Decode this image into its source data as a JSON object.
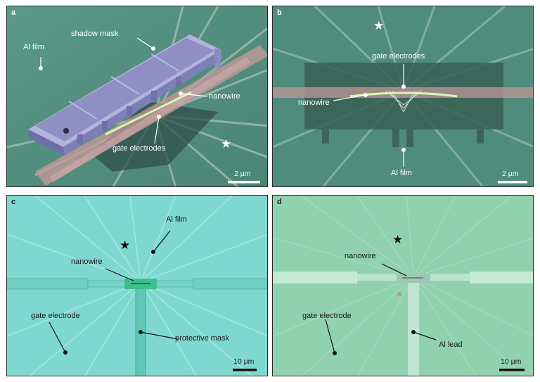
{
  "panels": {
    "a": {
      "label": "a",
      "annotations": {
        "al_film": "Al film",
        "shadow_mask": "shadow mask",
        "nanowire": "nanowire",
        "gate_electrodes": "gate electrodes"
      },
      "scale_bar": "2 µm"
    },
    "b": {
      "label": "b",
      "annotations": {
        "gate_electrodes": "gate electrodes",
        "nanowire": "nanowire",
        "al_film": "Al film"
      },
      "scale_bar": "2 µm"
    },
    "c": {
      "label": "c",
      "annotations": {
        "al_film": "Al film",
        "nanowire": "nanowire",
        "gate_electrode": "gate electrode",
        "protective_mask": "protective mask"
      },
      "scale_bar": "10 µm"
    },
    "d": {
      "label": "d",
      "annotations": {
        "nanowire": "nanowire",
        "gate_electrode": "gate electrode",
        "al_lead": "Al lead"
      },
      "scale_bar": "10 µm"
    }
  },
  "star_glyph": "★",
  "colors": {
    "sem_background": "#4f8c7c",
    "mask_purple": "#8f8fc4",
    "nanowire_highlight": "#d9f7b0",
    "pink_strip": "#c89a9a",
    "optical_c_background": "#7fd8cf",
    "optical_d_background": "#92d1ad"
  }
}
